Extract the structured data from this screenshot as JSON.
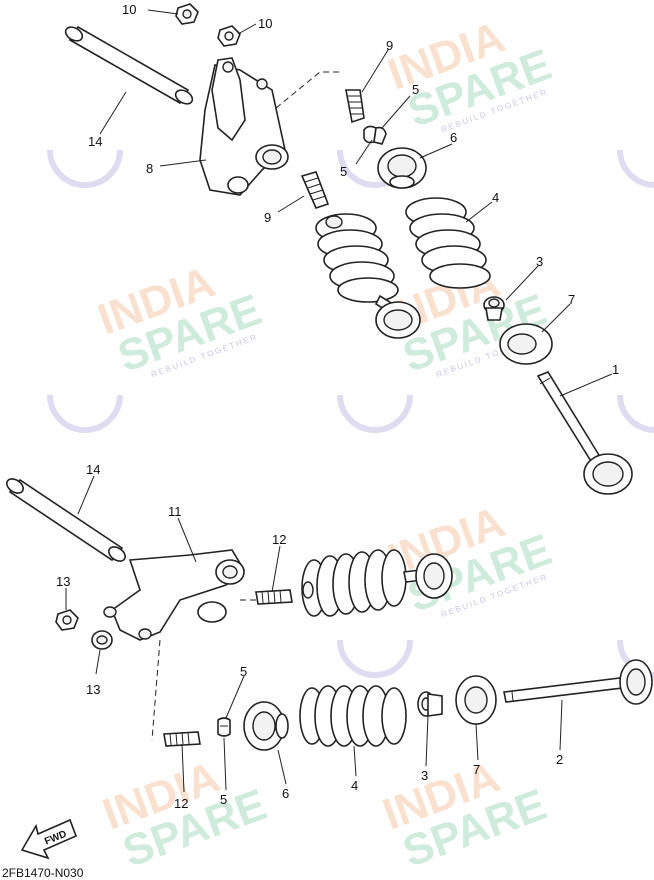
{
  "diagram": {
    "drawing_code": "2FB1470-N030",
    "fwd_label": "FWD",
    "watermark": {
      "line1": "INDIA",
      "line2": "SPARE",
      "tagline": "REBUILD TOGETHER",
      "colors": {
        "india": "#f6c9a8",
        "spare": "#a9dcc0",
        "tagline": "#b7a9d6",
        "logo": "#c9c3e6"
      }
    },
    "callouts": [
      {
        "id": "c10a",
        "text": "10"
      },
      {
        "id": "c10b",
        "text": "10"
      },
      {
        "id": "c9a",
        "text": "9"
      },
      {
        "id": "c5a",
        "text": "5"
      },
      {
        "id": "c5b",
        "text": "5"
      },
      {
        "id": "c6a",
        "text": "6"
      },
      {
        "id": "c14a",
        "text": "14"
      },
      {
        "id": "c8",
        "text": "8"
      },
      {
        "id": "c9b",
        "text": "9"
      },
      {
        "id": "c4a",
        "text": "4"
      },
      {
        "id": "c3a",
        "text": "3"
      },
      {
        "id": "c7a",
        "text": "7"
      },
      {
        "id": "c1",
        "text": "1"
      },
      {
        "id": "c14b",
        "text": "14"
      },
      {
        "id": "c11",
        "text": "11"
      },
      {
        "id": "c12a",
        "text": "12"
      },
      {
        "id": "c13a",
        "text": "13"
      },
      {
        "id": "c13b",
        "text": "13"
      },
      {
        "id": "c5c",
        "text": "5"
      },
      {
        "id": "c2",
        "text": "2"
      },
      {
        "id": "c12b",
        "text": "12"
      },
      {
        "id": "c5d",
        "text": "5"
      },
      {
        "id": "c6b",
        "text": "6"
      },
      {
        "id": "c4b",
        "text": "4"
      },
      {
        "id": "c3b",
        "text": "3"
      },
      {
        "id": "c7b",
        "text": "7"
      }
    ]
  }
}
